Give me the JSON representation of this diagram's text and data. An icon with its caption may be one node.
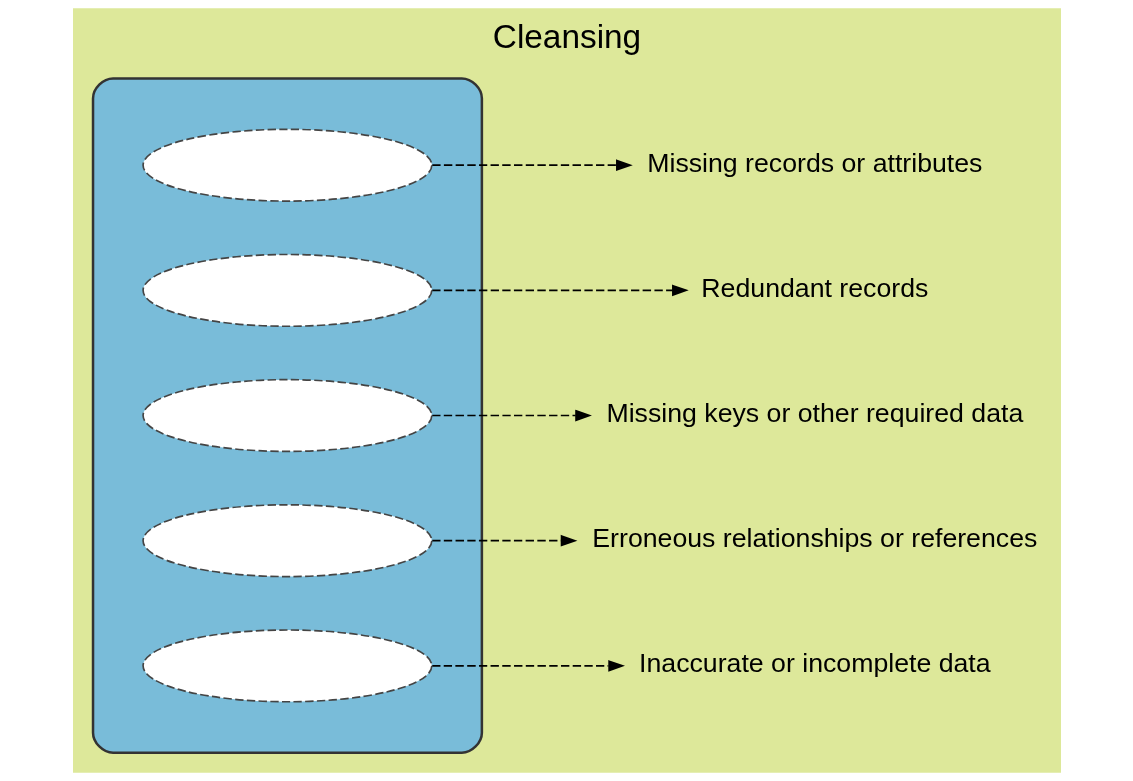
{
  "diagram": {
    "title": "Cleansing",
    "nodes": [
      {
        "text": [],
        "shape": "cylinder"
      },
      {
        "text": [],
        "shape": "ellipse",
        "in": 0
      },
      {
        "text": [],
        "shape": "ellipse",
        "in": 0
      },
      {
        "text": [],
        "shape": "ellipse",
        "in": 0
      },
      {
        "text": [],
        "shape": "ellipse",
        "in": 0
      },
      {
        "text": [],
        "shape": "ellipse",
        "in": 0
      },
      {
        "text": [
          "Missing records or attributes"
        ]
      },
      {
        "text": [
          "Redundant records"
        ]
      },
      {
        "text": [
          "Missing keys or other required data"
        ]
      },
      {
        "text": [
          "Erroneous relationships or references"
        ]
      },
      {
        "text": [
          "Inaccurate or incomplete data"
        ]
      }
    ],
    "edges": [
      {
        "from": 1,
        "to": 6,
        "arrow": "to",
        "style": "dashed"
      },
      {
        "from": 2,
        "to": 7,
        "arrow": "to",
        "style": "dashed"
      },
      {
        "from": 3,
        "to": 8,
        "arrow": "to",
        "style": "dashed"
      },
      {
        "from": 4,
        "to": 9,
        "arrow": "to",
        "style": "dashed"
      },
      {
        "from": 5,
        "to": 10,
        "arrow": "to",
        "style": "dashed"
      }
    ]
  }
}
